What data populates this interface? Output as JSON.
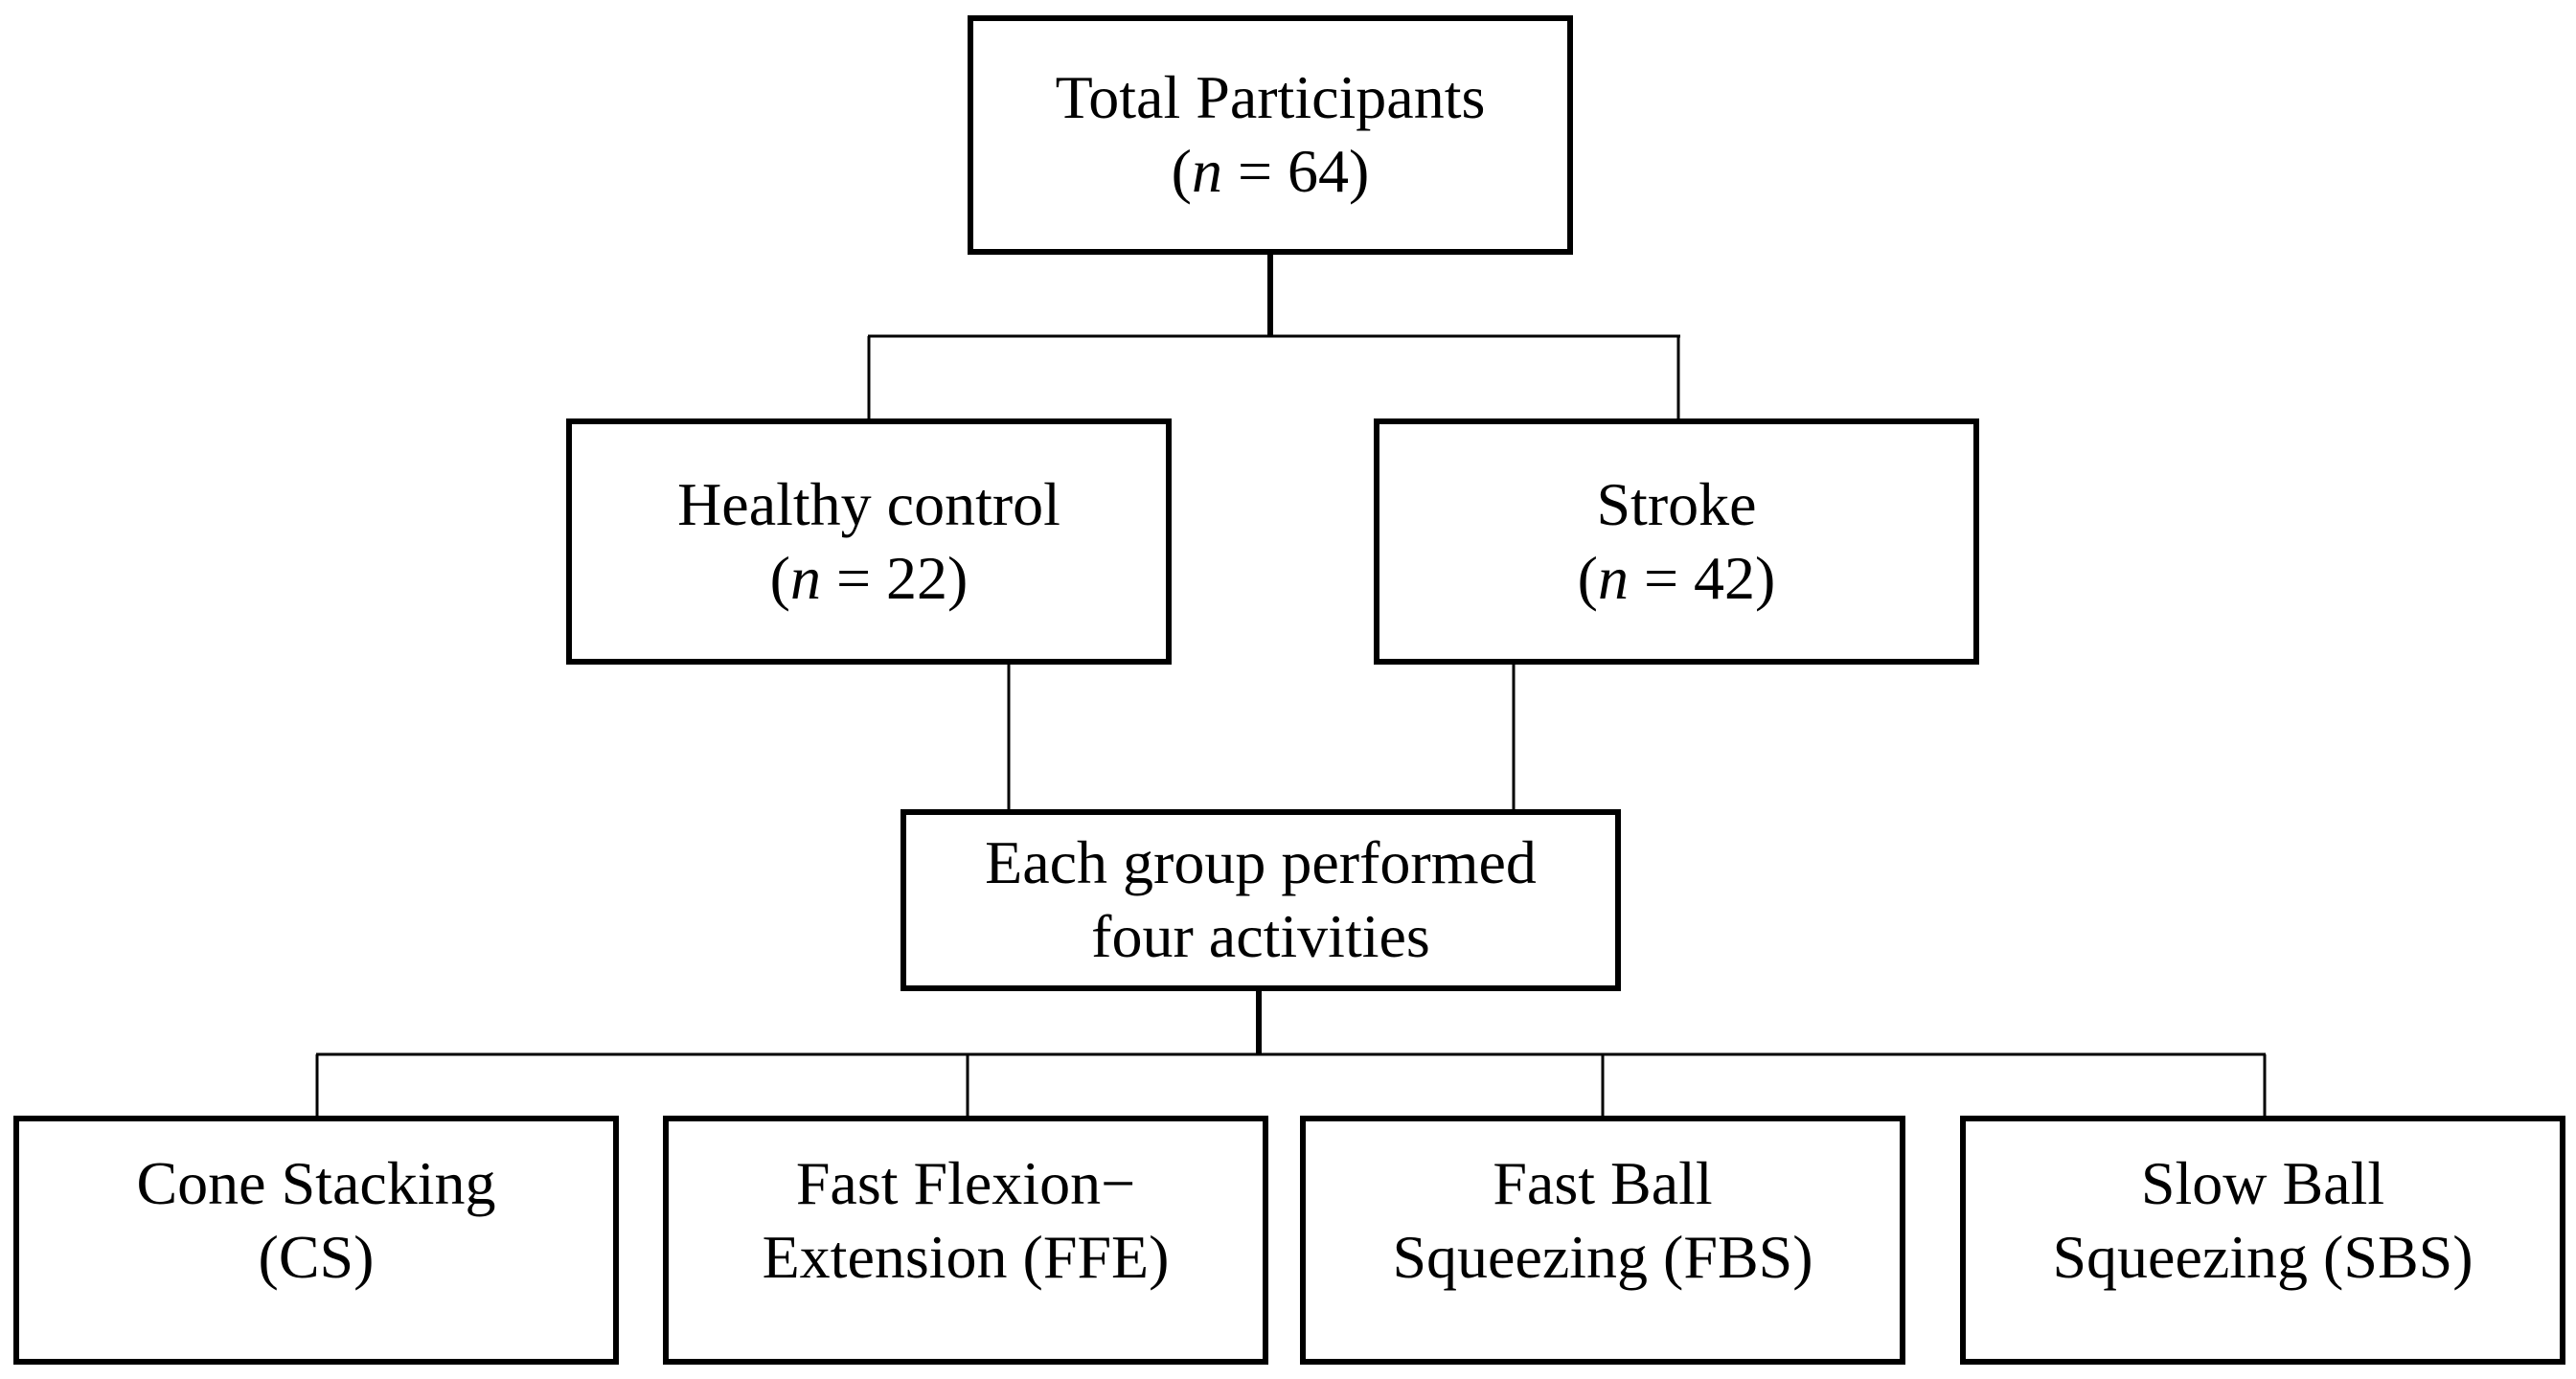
{
  "diagram": {
    "total": {
      "label": "Total Participants",
      "n_prefix": "(",
      "n_var": "n",
      "n_value": " = 64)"
    },
    "groups": [
      {
        "label": "Healthy control",
        "n_prefix": "(",
        "n_var": "n",
        "n_value": " = 22)"
      },
      {
        "label": "Stroke",
        "n_prefix": "(",
        "n_var": "n",
        "n_value": " = 42)"
      }
    ],
    "activities_header": {
      "line1": "Each group performed",
      "line2": "four activities"
    },
    "activities": [
      {
        "line1": "Cone Stacking",
        "line2": "(CS)"
      },
      {
        "line1": "Fast Flexion−",
        "line2": "Extension (FFE)"
      },
      {
        "line1": "Fast Ball",
        "line2": "Squeezing (FBS)"
      },
      {
        "line1": "Slow Ball",
        "line2": "Squeezing (SBS)"
      }
    ]
  }
}
